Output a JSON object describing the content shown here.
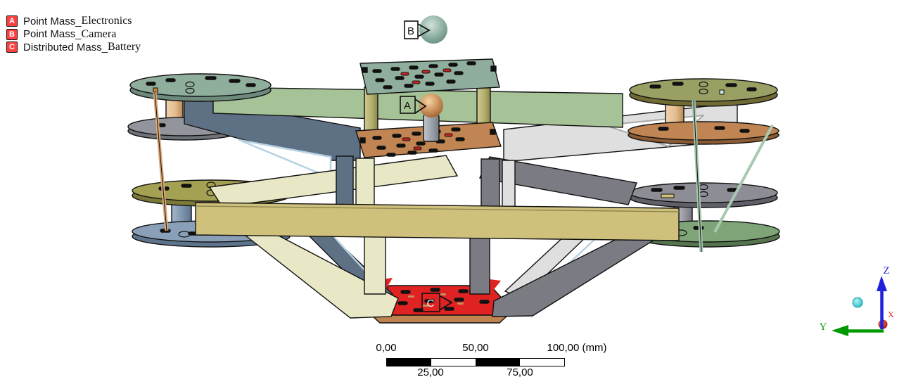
{
  "view": {
    "background": "#ffffff",
    "type": "ansys-mechanical-3d-viewport"
  },
  "legend": {
    "marker_color": "#ff4040",
    "marker_text_color": "#ffffff",
    "items": [
      {
        "marker": "A",
        "prefix": "Point Mass_",
        "name": "Electronics"
      },
      {
        "marker": "B",
        "prefix": "Point Mass_",
        "name": "Camera"
      },
      {
        "marker": "C",
        "prefix": "Distributed Mass_",
        "name": "Battery"
      }
    ]
  },
  "annotations": {
    "a": {
      "label": "A"
    },
    "b": {
      "label": "B"
    },
    "c": {
      "label": "C"
    }
  },
  "scale_bar": {
    "labels_top": [
      "0,00",
      "50,00",
      "100,00 (mm)"
    ],
    "labels_bottom": [
      "25,00",
      "75,00"
    ]
  },
  "triad": {
    "z_label": "Z",
    "y_label": "Y",
    "x_label": "X",
    "z_color": "#2020dd",
    "y_color": "#009a00",
    "x_color": "#e02020",
    "iso_ball_color": "#35cdd6"
  },
  "model": {
    "highlight_color": "#e02222",
    "bodies": [
      {
        "name": "camera-mount-plate",
        "color": "#8fae9e"
      },
      {
        "name": "top-deck",
        "color": "#a6c297"
      },
      {
        "name": "electronics-plate",
        "color": "#c08552"
      },
      {
        "name": "battery-plate-highlighted",
        "color": "#e02222"
      },
      {
        "name": "rear-left-truss",
        "color": "#5e7084"
      },
      {
        "name": "rear-right-truss",
        "color": "#dfdfdf"
      },
      {
        "name": "front-left-truss",
        "color": "#e8e8c6"
      },
      {
        "name": "front-right-truss",
        "color": "#7b7b84"
      },
      {
        "name": "cross-beam",
        "color": "#cfc17c"
      },
      {
        "name": "point-mass-a-sphere",
        "color": "#d59e68"
      },
      {
        "name": "point-mass-b-sphere",
        "color": "#96b7a9"
      }
    ]
  }
}
